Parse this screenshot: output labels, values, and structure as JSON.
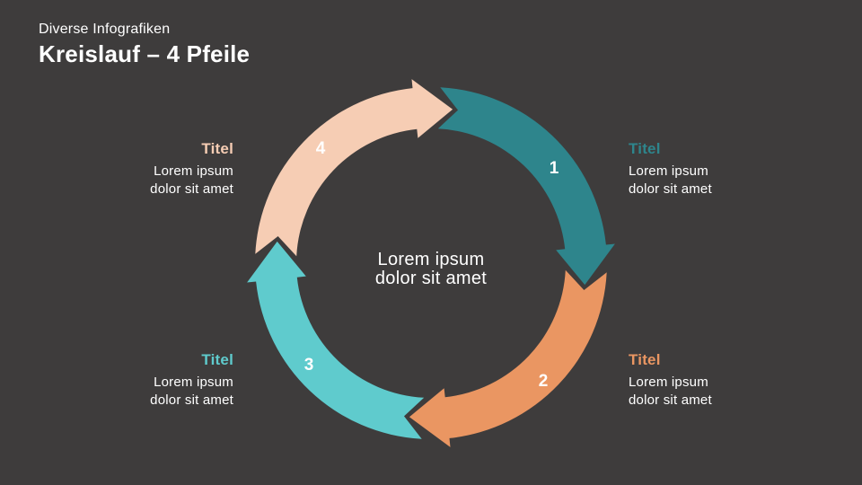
{
  "slide": {
    "background_color": "#3e3c3c",
    "kicker": "Diverse Infografiken",
    "title": "Kreislauf – 4 Pfeile"
  },
  "diagram": {
    "center_text": "Lorem ipsum\ndolor sit amet",
    "segments": [
      {
        "number": "1",
        "color": "#2e858c",
        "title": "Titel",
        "body": "Lorem ipsum\ndolor sit amet"
      },
      {
        "number": "2",
        "color": "#ea9662",
        "title": "Titel",
        "body": "Lorem ipsum\ndolor sit amet"
      },
      {
        "number": "3",
        "color": "#5fcbcd",
        "title": "Titel",
        "body": "Lorem ipsum\ndolor sit amet"
      },
      {
        "number": "4",
        "color": "#f6cdb4",
        "title": "Titel",
        "body": "Lorem ipsum\ndolor sit amet"
      }
    ]
  }
}
